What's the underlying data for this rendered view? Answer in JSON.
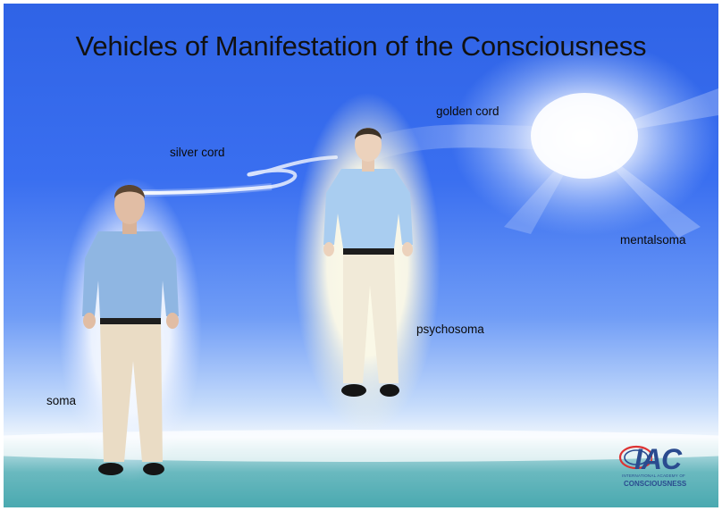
{
  "title": "Vehicles of Manifestation of the Consciousness",
  "labels": {
    "silver_cord": "silver cord",
    "golden_cord": "golden cord",
    "mentalsoma": "mentalsoma",
    "psychosoma": "psychosoma",
    "soma": "soma"
  },
  "logo": {
    "main": "IAC",
    "line1": "INTERNATIONAL ACADEMY OF",
    "line2": "CONSCIOUSNESS"
  }
}
